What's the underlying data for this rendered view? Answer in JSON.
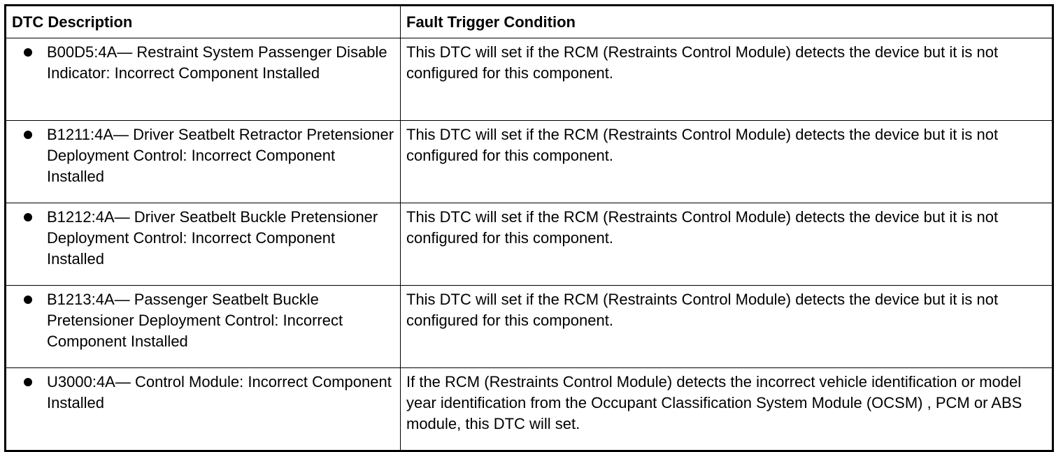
{
  "table": {
    "headers": [
      "DTC Description",
      "Fault Trigger Condition"
    ],
    "rows": [
      {
        "description": "B00D5:4A— Restraint System Passenger Disable Indicator: Incorrect Component Installed",
        "condition": "This DTC will set if the RCM (Restraints Control Module) detects the device but it is not configured for this component."
      },
      {
        "description": "B1211:4A— Driver Seatbelt Retractor Pretensioner Deployment Control: Incorrect Component Installed",
        "condition": "This DTC will set if the RCM (Restraints Control Module) detects the device but it is not configured for this component."
      },
      {
        "description": "B1212:4A— Driver Seatbelt Buckle Pretensioner Deployment Control: Incorrect Component Installed",
        "condition": "This DTC will set if the RCM (Restraints Control Module) detects the device but it is not configured for this component."
      },
      {
        "description": "B1213:4A— Passenger Seatbelt Buckle Pretensioner Deployment Control: Incorrect Component Installed",
        "condition": "This DTC will set if the RCM (Restraints Control Module) detects the device but it is not configured for this component."
      },
      {
        "description": "U3000:4A— Control Module: Incorrect Component Installed",
        "condition": "If the RCM (Restraints Control Module) detects the incorrect vehicle identification or model year identification from the Occupant Classification System Module (OCSM) , PCM or ABS module, this DTC will set."
      }
    ]
  },
  "icons": {
    "bullet": "bullet-dot-icon"
  }
}
